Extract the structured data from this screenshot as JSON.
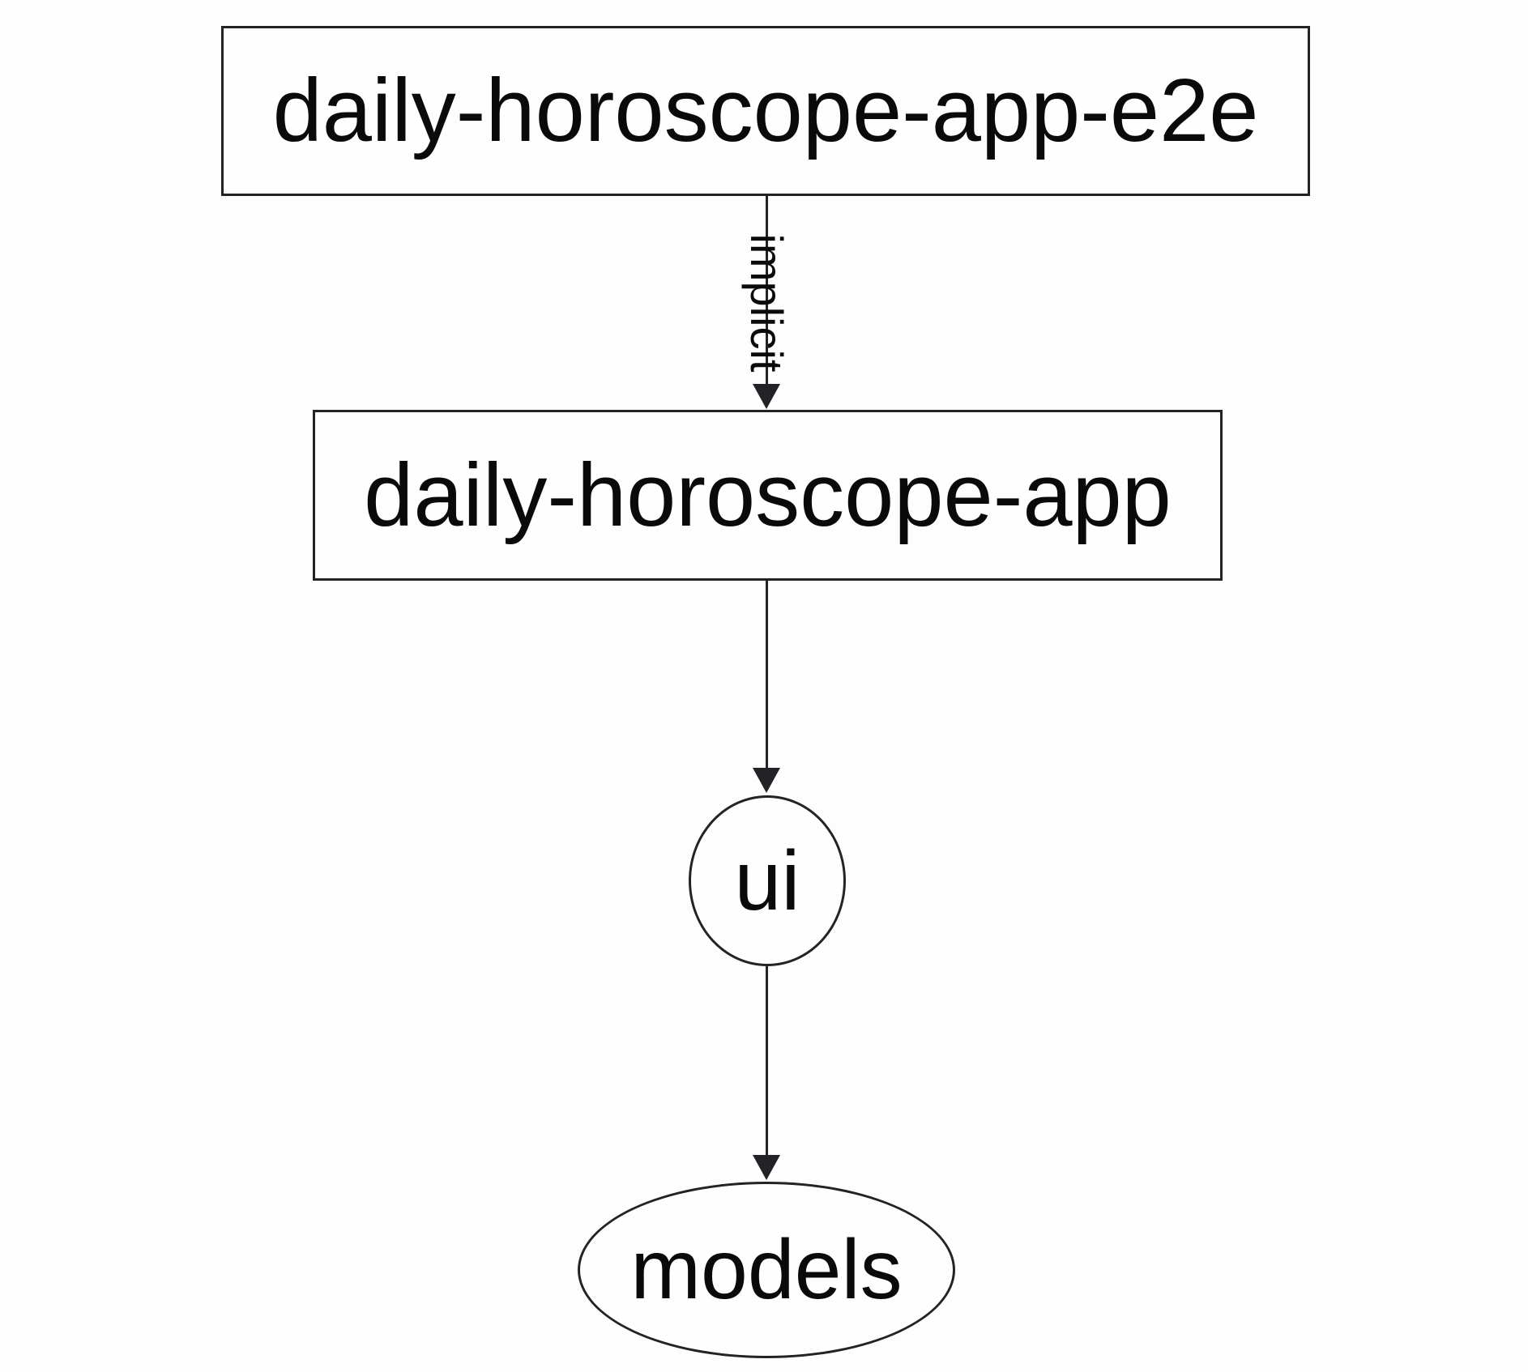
{
  "diagram": {
    "kind": "project-dependency-graph",
    "background_color": "#fdfdfd",
    "stroke_color": "#232327",
    "text_color": "#0a0a0a",
    "nodes": [
      {
        "id": "daily-horoscope-app-e2e",
        "label": "daily-horoscope-app-e2e",
        "shape": "rectangle"
      },
      {
        "id": "daily-horoscope-app",
        "label": "daily-horoscope-app",
        "shape": "rectangle"
      },
      {
        "id": "ui",
        "label": "ui",
        "shape": "ellipse"
      },
      {
        "id": "models",
        "label": "models",
        "shape": "ellipse"
      }
    ],
    "edges": [
      {
        "from": "daily-horoscope-app-e2e",
        "to": "daily-horoscope-app",
        "label": "implicit",
        "arrowhead": "triangle-down"
      },
      {
        "from": "daily-horoscope-app",
        "to": "ui",
        "label": "",
        "arrowhead": "triangle-down"
      },
      {
        "from": "ui",
        "to": "models",
        "label": "",
        "arrowhead": "triangle-down"
      }
    ]
  }
}
